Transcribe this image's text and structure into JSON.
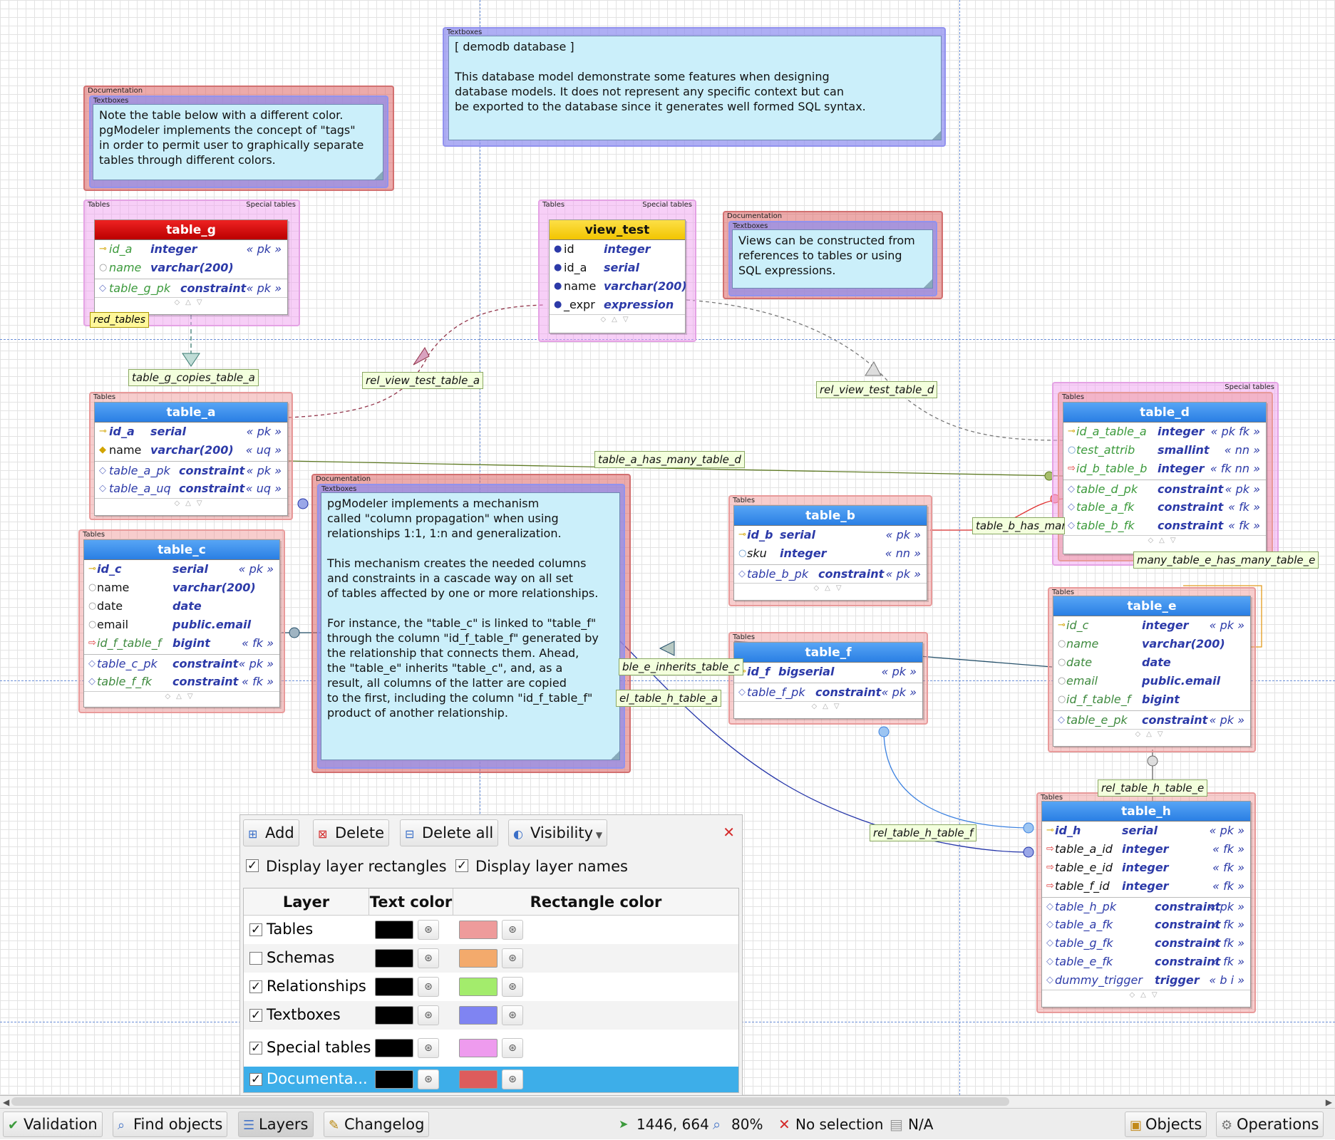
{
  "layer_names": {
    "tables": "Tables",
    "special": "Special tables",
    "documentation": "Documentation",
    "textboxes": "Textboxes"
  },
  "textboxes": {
    "db_note": "[ demodb database ]\n\nThis database model demonstrate some features when designing\ndatabase models. It does not represent any specific context but can\nbe exported to the database since it generates well formed SQL syntax.",
    "color_note": "Note the table below with a different color.\npgModeler implements the concept of \"tags\"\nin order to permit user to graphically separate\ntables through different colors.",
    "views_note": "Views can be constructed from\nreferences to tables or using\nSQL expressions.",
    "propagation_note": "pgModeler implements a mechanism\ncalled \"column propagation\" when using\nrelationships 1:1, 1:n and generalization.\n\nThis mechanism creates the needed columns\nand constraints in a cascade way on all set\nof tables affected by one or more relationships.\n\nFor instance, the \"table_c\" is linked to \"table_f\"\nthrough the column \"id_f_table_f\" generated by\nthe relationship that connects them. Ahead,\nthe \"table_e\" inherits \"table_c\", and, as a\nresult, all columns of the latter are copied\nto the first, including the column \"id_f_table_f\"\nproduct of another relationship."
  },
  "tables": {
    "table_g": {
      "title": "table_g",
      "rows": [
        [
          "id_a",
          "integer",
          "« pk »"
        ],
        [
          "name",
          "varchar(200)",
          ""
        ],
        [
          "table_g_pk",
          "constraint",
          "« pk »"
        ]
      ],
      "tag": "red_tables"
    },
    "view_test": {
      "title": "view_test",
      "rows": [
        [
          "id",
          "integer",
          ""
        ],
        [
          "id_a",
          "serial",
          ""
        ],
        [
          "name",
          "varchar(200)",
          ""
        ],
        [
          "_expr",
          "expression",
          ""
        ]
      ]
    },
    "table_a": {
      "title": "table_a",
      "rows": [
        [
          "id_a",
          "serial",
          "« pk »"
        ],
        [
          "name",
          "varchar(200)",
          "« uq »"
        ],
        [
          "table_a_pk",
          "constraint",
          "« pk »"
        ],
        [
          "table_a_uq",
          "constraint",
          "« uq »"
        ]
      ]
    },
    "table_c": {
      "title": "table_c",
      "rows": [
        [
          "id_c",
          "serial",
          "« pk »"
        ],
        [
          "name",
          "varchar(200)",
          ""
        ],
        [
          "date",
          "date",
          ""
        ],
        [
          "email",
          "public.email",
          ""
        ],
        [
          "id_f_table_f",
          "bigint",
          "« fk »"
        ],
        [
          "table_c_pk",
          "constraint",
          "« pk »"
        ],
        [
          "table_f_fk",
          "constraint",
          "« fk »"
        ]
      ]
    },
    "table_d": {
      "title": "table_d",
      "rows": [
        [
          "id_a_table_a",
          "integer",
          "« pk fk »"
        ],
        [
          "test_attrib",
          "smallint",
          "« nn »"
        ],
        [
          "id_b_table_b",
          "integer",
          "« fk nn »"
        ],
        [
          "table_d_pk",
          "constraint",
          "« pk »"
        ],
        [
          "table_a_fk",
          "constraint",
          "« fk »"
        ],
        [
          "table_b_fk",
          "constraint",
          "« fk »"
        ]
      ]
    },
    "table_b": {
      "title": "table_b",
      "rows": [
        [
          "id_b",
          "serial",
          "« pk »"
        ],
        [
          "sku",
          "integer",
          "« nn »"
        ],
        [
          "table_b_pk",
          "constraint",
          "« pk »"
        ]
      ]
    },
    "table_e": {
      "title": "table_e",
      "rows": [
        [
          "id_c",
          "integer",
          "« pk »"
        ],
        [
          "name",
          "varchar(200)",
          ""
        ],
        [
          "date",
          "date",
          ""
        ],
        [
          "email",
          "public.email",
          ""
        ],
        [
          "id_f_table_f",
          "bigint",
          ""
        ],
        [
          "table_e_pk",
          "constraint",
          "« pk »"
        ]
      ]
    },
    "table_f": {
      "title": "table_f",
      "rows": [
        [
          "id_f",
          "bigserial",
          "« pk »"
        ],
        [
          "table_f_pk",
          "constraint",
          "« pk »"
        ]
      ]
    },
    "table_h": {
      "title": "table_h",
      "rows": [
        [
          "id_h",
          "serial",
          "« pk »"
        ],
        [
          "table_a_id",
          "integer",
          "« fk »"
        ],
        [
          "table_e_id",
          "integer",
          "« fk »"
        ],
        [
          "table_f_id",
          "integer",
          "« fk »"
        ],
        [
          "table_h_pk",
          "constraint",
          "« pk »"
        ],
        [
          "table_a_fk",
          "constraint",
          "« fk »"
        ],
        [
          "table_g_fk",
          "constraint",
          "« fk »"
        ],
        [
          "table_e_fk",
          "constraint",
          "« fk »"
        ],
        [
          "dummy_trigger",
          "trigger",
          "« b i »"
        ]
      ]
    }
  },
  "relationships": {
    "table_g_copies_table_a": "table_g_copies_table_a",
    "rel_view_test_table_a": "rel_view_test_table_a",
    "rel_view_test_table_d": "rel_view_test_table_d",
    "table_a_has_many_table_d": "table_a_has_many_table_d",
    "table_b_has_many": "table_b_has_mar",
    "many_table_e_has_many_table_e": "many_table_e_has_many_table_e",
    "table_e_inherits_table_c": "ble_e_inherits_table_c",
    "rel_table_h_table_a": "el_table_h_table_a",
    "rel_table_h_table_e": "rel_table_h_table_e",
    "rel_table_h_table_f": "rel_table_h_table_f"
  },
  "layers_panel": {
    "buttons": {
      "add": "Add",
      "delete": "Delete",
      "delete_all": "Delete all",
      "visibility": "Visibility"
    },
    "display_rects": "Display layer rectangles",
    "display_names": "Display layer names",
    "columns": [
      "Layer",
      "Text color",
      "Rectangle color"
    ],
    "rows": [
      {
        "name": "Tables",
        "checked": true,
        "text_color": "#000000",
        "rect_color": "#ee9b9b"
      },
      {
        "name": "Schemas",
        "checked": false,
        "text_color": "#000000",
        "rect_color": "#f3aa6c"
      },
      {
        "name": "Relationships",
        "checked": true,
        "text_color": "#000000",
        "rect_color": "#a3ec6c"
      },
      {
        "name": "Textboxes",
        "checked": true,
        "text_color": "#000000",
        "rect_color": "#7f84f2"
      },
      {
        "name": "Special tables",
        "checked": true,
        "text_color": "#000000",
        "rect_color": "#ee9bee"
      },
      {
        "name": "Documenta...",
        "checked": true,
        "text_color": "#000000",
        "rect_color": "#dd5c5c"
      }
    ]
  },
  "statusbar": {
    "validation": "Validation",
    "find": "Find objects",
    "layers": "Layers",
    "changelog": "Changelog",
    "coords": "1446, 664",
    "zoom": "80%",
    "selection": "No selection",
    "na": "N/A",
    "objects": "Objects",
    "operations": "Operations"
  }
}
